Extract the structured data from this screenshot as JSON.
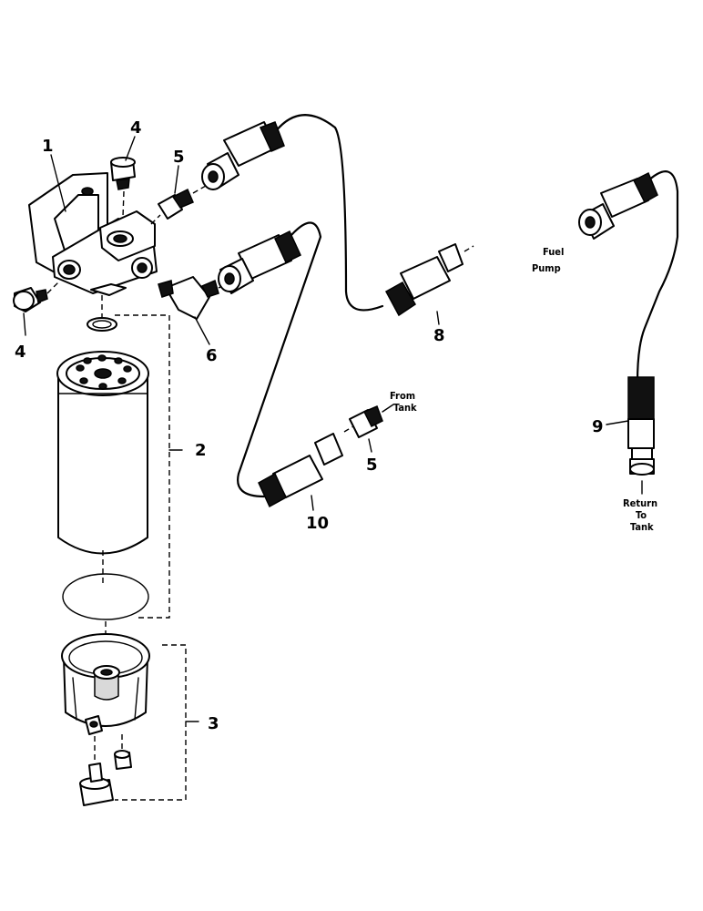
{
  "callouts": {
    "filter_head": "1",
    "filter_element": "2",
    "water_separator_bowl": "3",
    "plug_upper": "4",
    "plug_left": "4",
    "connector_head": "5",
    "connector_tank": "5",
    "elbow_fitting": "6",
    "fuel_pump_hose": "8",
    "return_hose": "9",
    "supply_hose": "10"
  },
  "annotations": {
    "fuel_pump_line1": "Fuel",
    "fuel_pump_line2": "Pump",
    "from_tank_line1": "From",
    "from_tank_line2": "Tank",
    "return_line1": "Return",
    "return_line2": "To",
    "return_line3": "Tank"
  }
}
